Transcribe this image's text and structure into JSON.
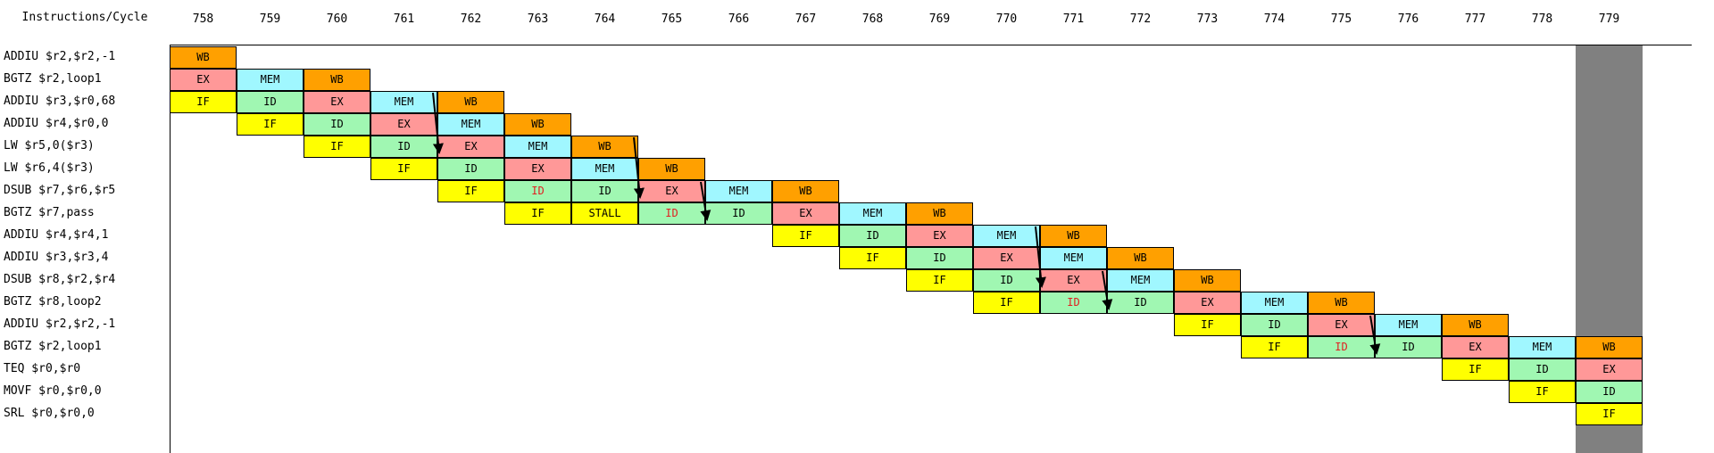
{
  "header": {
    "title": "Instructions/Cycle"
  },
  "cycles": [
    "758",
    "759",
    "760",
    "761",
    "762",
    "763",
    "764",
    "765",
    "766",
    "767",
    "768",
    "769",
    "770",
    "771",
    "772",
    "773",
    "774",
    "775",
    "776",
    "777",
    "778",
    "779"
  ],
  "highlight_cycle": "779",
  "stage_colors": {
    "IF": "#ffff00",
    "ID": "#a0f7b2",
    "EX": "#ff9898",
    "MEM": "#a0f7ff",
    "WB": "#ffa000",
    "STALL": "#ffff00"
  },
  "rows": [
    {
      "label": "ADDIU $r2,$r2,-1",
      "stages": [
        {
          "c": 0,
          "s": "WB"
        }
      ]
    },
    {
      "label": "BGTZ $r2,loop1",
      "stages": [
        {
          "c": 0,
          "s": "EX"
        },
        {
          "c": 1,
          "s": "MEM"
        },
        {
          "c": 2,
          "s": "WB"
        }
      ]
    },
    {
      "label": "ADDIU $r3,$r0,68",
      "stages": [
        {
          "c": 0,
          "s": "IF"
        },
        {
          "c": 1,
          "s": "ID"
        },
        {
          "c": 2,
          "s": "EX"
        },
        {
          "c": 3,
          "s": "MEM"
        },
        {
          "c": 4,
          "s": "WB"
        }
      ]
    },
    {
      "label": "ADDIU $r4,$r0,0",
      "stages": [
        {
          "c": 1,
          "s": "IF"
        },
        {
          "c": 2,
          "s": "ID"
        },
        {
          "c": 3,
          "s": "EX"
        },
        {
          "c": 4,
          "s": "MEM"
        },
        {
          "c": 5,
          "s": "WB"
        }
      ]
    },
    {
      "label": "LW $r5,0($r3)",
      "stages": [
        {
          "c": 2,
          "s": "IF"
        },
        {
          "c": 3,
          "s": "ID"
        },
        {
          "c": 4,
          "s": "EX"
        },
        {
          "c": 5,
          "s": "MEM"
        },
        {
          "c": 6,
          "s": "WB"
        }
      ]
    },
    {
      "label": "LW $r6,4($r3)",
      "stages": [
        {
          "c": 3,
          "s": "IF"
        },
        {
          "c": 4,
          "s": "ID"
        },
        {
          "c": 5,
          "s": "EX"
        },
        {
          "c": 6,
          "s": "MEM"
        },
        {
          "c": 7,
          "s": "WB"
        }
      ]
    },
    {
      "label": "DSUB $r7,$r6,$r5",
      "stages": [
        {
          "c": 4,
          "s": "IF"
        },
        {
          "c": 5,
          "s": "ID",
          "red": true
        },
        {
          "c": 6,
          "s": "ID"
        },
        {
          "c": 7,
          "s": "EX"
        },
        {
          "c": 8,
          "s": "MEM"
        },
        {
          "c": 9,
          "s": "WB"
        }
      ]
    },
    {
      "label": "BGTZ $r7,pass",
      "stages": [
        {
          "c": 5,
          "s": "IF"
        },
        {
          "c": 6,
          "s": "STALL"
        },
        {
          "c": 7,
          "s": "ID",
          "red": true
        },
        {
          "c": 8,
          "s": "ID"
        },
        {
          "c": 9,
          "s": "EX"
        },
        {
          "c": 10,
          "s": "MEM"
        },
        {
          "c": 11,
          "s": "WB"
        }
      ]
    },
    {
      "label": "ADDIU $r4,$r4,1",
      "stages": [
        {
          "c": 9,
          "s": "IF"
        },
        {
          "c": 10,
          "s": "ID"
        },
        {
          "c": 11,
          "s": "EX"
        },
        {
          "c": 12,
          "s": "MEM"
        },
        {
          "c": 13,
          "s": "WB"
        }
      ]
    },
    {
      "label": "ADDIU $r3,$r3,4",
      "stages": [
        {
          "c": 10,
          "s": "IF"
        },
        {
          "c": 11,
          "s": "ID"
        },
        {
          "c": 12,
          "s": "EX"
        },
        {
          "c": 13,
          "s": "MEM"
        },
        {
          "c": 14,
          "s": "WB"
        }
      ]
    },
    {
      "label": "DSUB $r8,$r2,$r4",
      "stages": [
        {
          "c": 11,
          "s": "IF"
        },
        {
          "c": 12,
          "s": "ID"
        },
        {
          "c": 13,
          "s": "EX"
        },
        {
          "c": 14,
          "s": "MEM"
        },
        {
          "c": 15,
          "s": "WB"
        }
      ]
    },
    {
      "label": "BGTZ $r8,loop2",
      "stages": [
        {
          "c": 12,
          "s": "IF"
        },
        {
          "c": 13,
          "s": "ID",
          "red": true
        },
        {
          "c": 14,
          "s": "ID"
        },
        {
          "c": 15,
          "s": "EX"
        },
        {
          "c": 16,
          "s": "MEM"
        },
        {
          "c": 17,
          "s": "WB"
        }
      ]
    },
    {
      "label": "ADDIU $r2,$r2,-1",
      "stages": [
        {
          "c": 15,
          "s": "IF"
        },
        {
          "c": 16,
          "s": "ID"
        },
        {
          "c": 17,
          "s": "EX"
        },
        {
          "c": 18,
          "s": "MEM"
        },
        {
          "c": 19,
          "s": "WB"
        }
      ]
    },
    {
      "label": "BGTZ $r2,loop1",
      "stages": [
        {
          "c": 16,
          "s": "IF"
        },
        {
          "c": 17,
          "s": "ID",
          "red": true
        },
        {
          "c": 18,
          "s": "ID"
        },
        {
          "c": 19,
          "s": "EX"
        },
        {
          "c": 20,
          "s": "MEM"
        },
        {
          "c": 21,
          "s": "WB"
        }
      ]
    },
    {
      "label": "TEQ $r0,$r0",
      "stages": [
        {
          "c": 19,
          "s": "IF"
        },
        {
          "c": 20,
          "s": "ID"
        },
        {
          "c": 21,
          "s": "EX"
        }
      ]
    },
    {
      "label": "MOVF $r0,$r0,0",
      "stages": [
        {
          "c": 20,
          "s": "IF"
        },
        {
          "c": 21,
          "s": "ID"
        }
      ]
    },
    {
      "label": "SRL $r0,$r0,0",
      "stages": [
        {
          "c": 21,
          "s": "IF"
        }
      ]
    }
  ],
  "forwarding_arrows": [
    {
      "from_row": 2,
      "to_row": 4,
      "cycle": "762"
    },
    {
      "from_row": 4,
      "to_row": 6,
      "cycle": "765"
    },
    {
      "from_row": 6,
      "to_row": 7,
      "cycle": "766"
    },
    {
      "from_row": 8,
      "to_row": 10,
      "cycle": "771"
    },
    {
      "from_row": 10,
      "to_row": 11,
      "cycle": "772"
    },
    {
      "from_row": 12,
      "to_row": 13,
      "cycle": "776"
    }
  ]
}
